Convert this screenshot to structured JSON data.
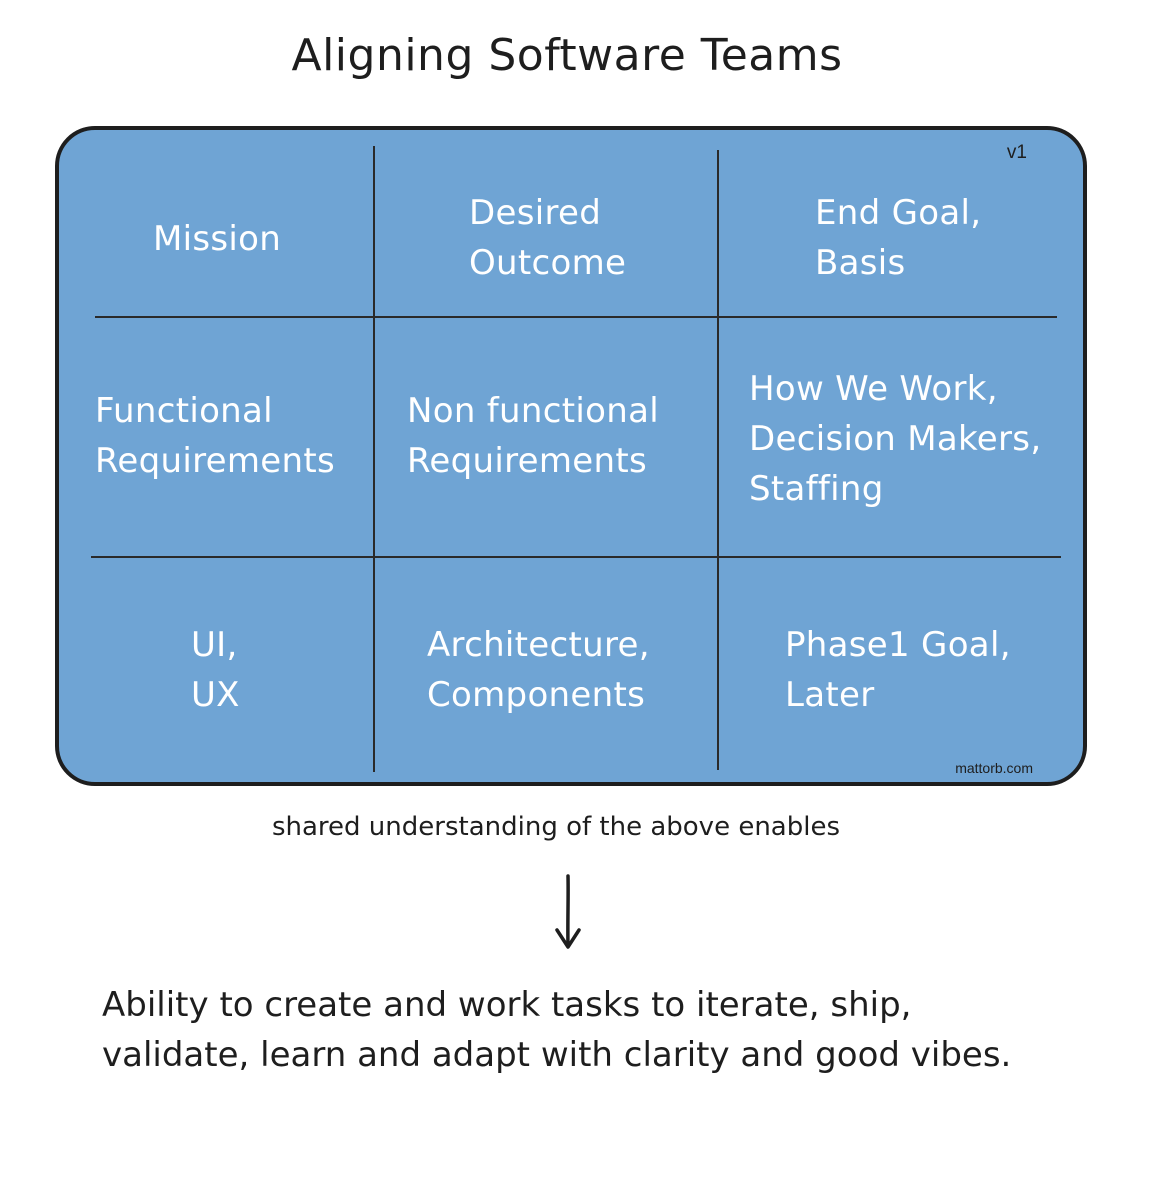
{
  "title": "Aligning Software Teams",
  "board": {
    "version": "v1",
    "credit": "mattorb.com",
    "cells": [
      {
        "text": "Mission"
      },
      {
        "text": "Desired\nOutcome"
      },
      {
        "text": "End Goal,\nBasis"
      },
      {
        "text": "Functional\nRequirements"
      },
      {
        "text": "Non functional\nRequirements"
      },
      {
        "text": "How We Work,\nDecision Makers,\nStaffing"
      },
      {
        "text": "UI,\nUX"
      },
      {
        "text": "Architecture,\nComponents"
      },
      {
        "text": "Phase1 Goal,\nLater"
      }
    ]
  },
  "caption": "shared understanding of the above enables",
  "result": "Ability to create and work tasks to iterate, ship, validate, learn and adapt with clarity and good vibes.",
  "colors": {
    "board_fill": "#6fa4d4",
    "stroke": "#1e1e1e",
    "cell_text": "#ffffff"
  }
}
